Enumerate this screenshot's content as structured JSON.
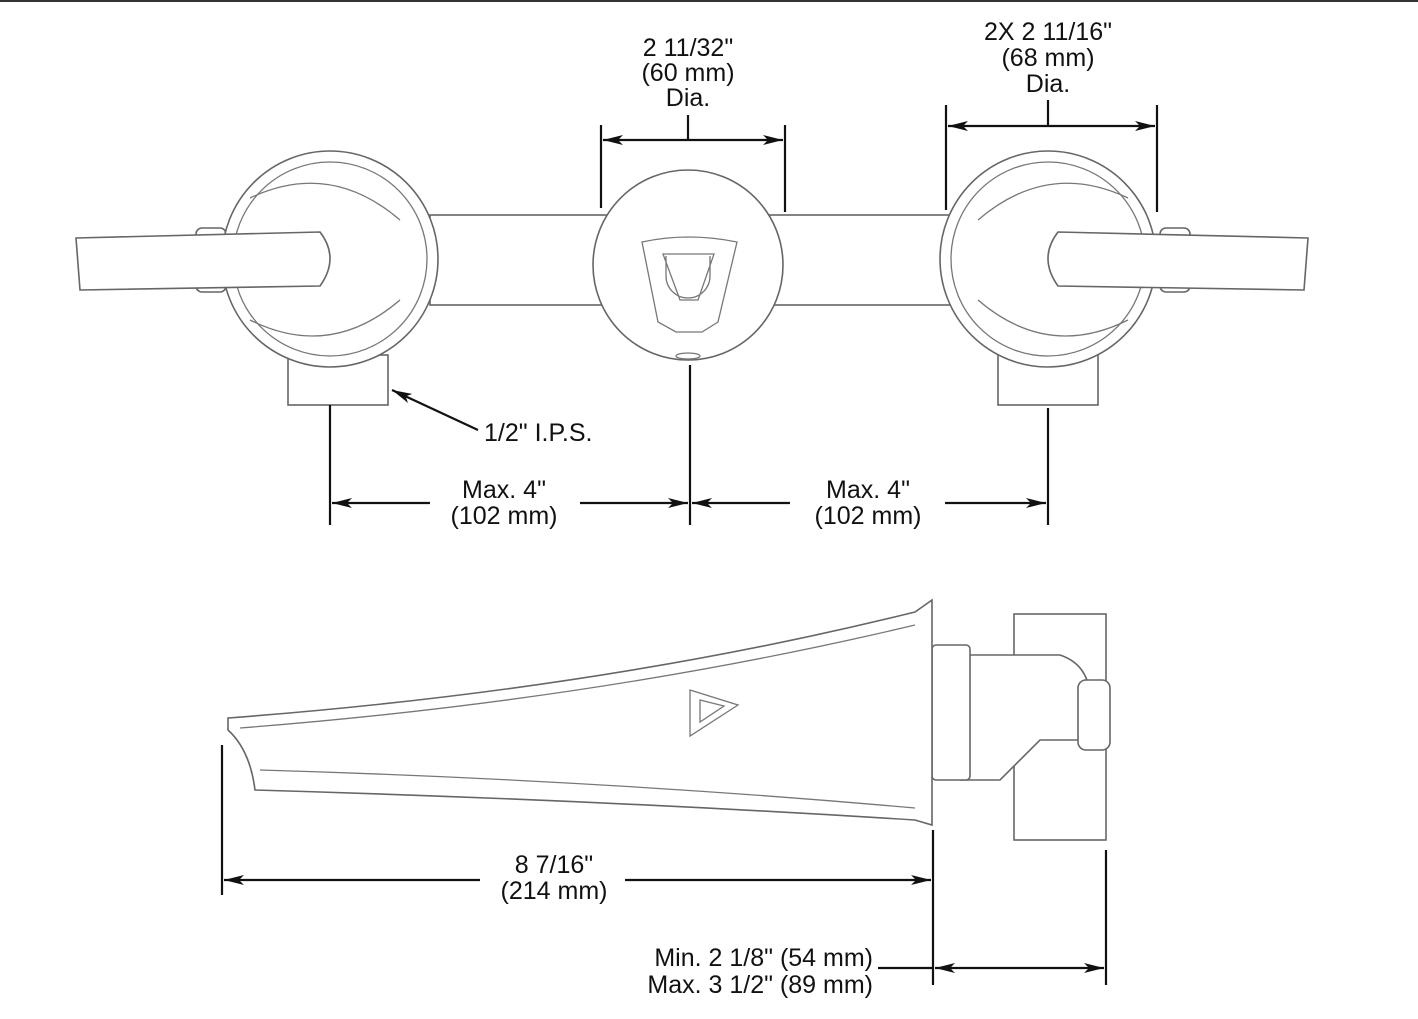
{
  "top_view": {
    "spout_dia": {
      "inch": "2 11/32\"",
      "mm": "(60 mm)",
      "suffix": "Dia."
    },
    "handle_dia": {
      "inch": "2X 2 11/16\"",
      "mm": "(68 mm)",
      "suffix": "Dia."
    },
    "inlet_label": "1/2\" I.P.S.",
    "left_spacing": {
      "inch": "Max. 4\"",
      "mm": "(102 mm)"
    },
    "right_spacing": {
      "inch": "Max. 4\"",
      "mm": "(102 mm)"
    }
  },
  "side_view": {
    "spout_reach": {
      "inch": "8 7/16\"",
      "mm": "(214 mm)"
    },
    "wall_depth": {
      "min": "Min. 2 1/8\" (54 mm)",
      "max": "Max. 3 1/2\" (89 mm)"
    }
  }
}
